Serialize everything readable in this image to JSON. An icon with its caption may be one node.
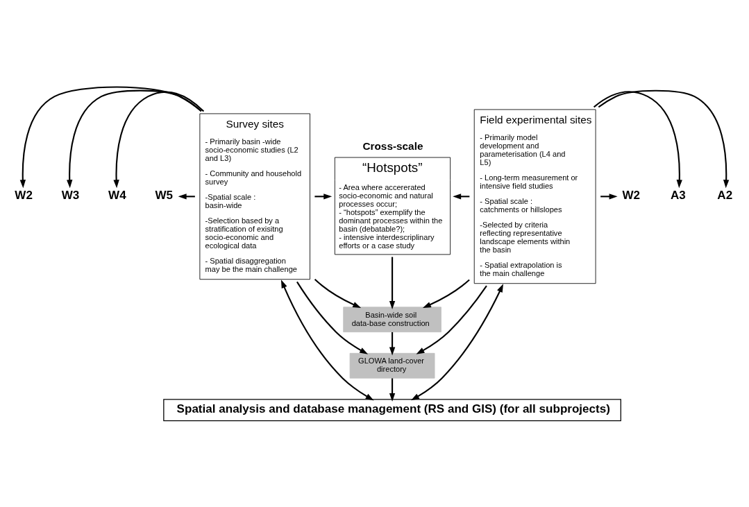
{
  "diagram": {
    "nodes": [
      {
        "text": [
          "Survey sites",
          "- Primarily basin -wide socio-economic studies (L2 and L3)",
          "- Community and household survey",
          "-Spatial scale : basin-wide",
          "-Selection based by a stratification of exisitng socio-economic and ecological data",
          "- Spatial disaggregation may be the main challenge"
        ]
      },
      {
        "text": [
          "Cross-scale",
          "“Hotspots”",
          "- Area where accererated socio-economic and natural processes occur; - “hotspots” exemplify the dominant processes within the basin (debatable?); - intensive interdescriplinary efforts or a case study"
        ]
      },
      {
        "text": [
          "Field experimental sites",
          "- Primarily model development and parameterisation (L4 and L5)",
          "- Long-term measurement or intensive field studies",
          "- Spatial scale : catchments or hillslopes",
          "-Selected by criteria reflecting representative landscape elements within the basin",
          "- Spatial extrapolation is the main challenge"
        ]
      },
      {
        "text": [
          "Basin-wide soil data-base construction"
        ]
      },
      {
        "text": [
          "GLOWA land-cover directory"
        ]
      },
      {
        "text": [
          "Spatial analysis and database management (RS and GIS) (for all subprojects)"
        ]
      },
      {
        "text": [
          "W2"
        ]
      },
      {
        "text": [
          "W3"
        ]
      },
      {
        "text": [
          "W4"
        ]
      },
      {
        "text": [
          "W5"
        ]
      },
      {
        "text": [
          "A2"
        ]
      },
      {
        "text": [
          "A3"
        ]
      },
      {
        "text": [
          "W2"
        ]
      }
    ],
    "edges": [
      {
        "from": 0,
        "to": 1,
        "arrow": "to"
      },
      {
        "from": 2,
        "to": 1,
        "arrow": "to"
      },
      {
        "from": 1,
        "to": 3,
        "arrow": "to"
      },
      {
        "from": 0,
        "to": 3,
        "arrow": "to"
      },
      {
        "from": 2,
        "to": 3,
        "arrow": "to"
      },
      {
        "from": 3,
        "to": 4,
        "arrow": "to"
      },
      {
        "from": 0,
        "to": 4,
        "arrow": "to"
      },
      {
        "from": 2,
        "to": 4,
        "arrow": "to"
      },
      {
        "from": 4,
        "to": 5,
        "arrow": "to"
      },
      {
        "from": 0,
        "to": 5,
        "arrow": "both"
      },
      {
        "from": 2,
        "to": 5,
        "arrow": "both"
      },
      {
        "from": 0,
        "to": 6,
        "arrow": "to"
      },
      {
        "from": 0,
        "to": 7,
        "arrow": "to"
      },
      {
        "from": 0,
        "to": 8,
        "arrow": "to"
      },
      {
        "from": 0,
        "to": 9,
        "arrow": "to"
      },
      {
        "from": 2,
        "to": 10,
        "arrow": "to"
      },
      {
        "from": 2,
        "to": 11,
        "arrow": "to"
      },
      {
        "from": 2,
        "to": 12,
        "arrow": "to"
      }
    ]
  }
}
